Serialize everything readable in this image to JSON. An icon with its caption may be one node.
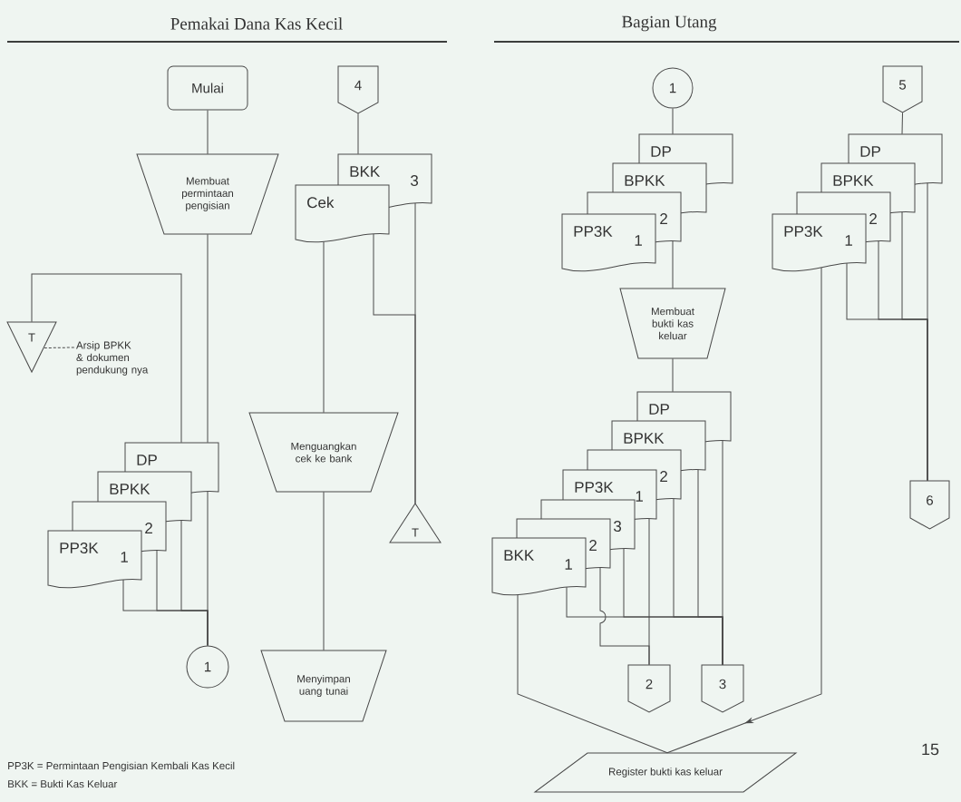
{
  "diagram": {
    "nodes": [
      {
        "text": [
          "Mulai"
        ]
      },
      {
        "text": [
          "Membuat permintaan pengisian"
        ]
      },
      {
        "text": [
          "4"
        ]
      },
      {
        "text": [
          "BKK",
          "3"
        ]
      },
      {
        "text": [
          "Cek"
        ]
      },
      {
        "text": [
          "T"
        ]
      },
      {
        "text": [
          "Arsip BPKK & dokumen pendukung nya"
        ]
      },
      {
        "text": [
          "DP"
        ]
      },
      {
        "text": [
          "BPKK"
        ]
      },
      {
        "text": [
          "2"
        ]
      },
      {
        "text": [
          "PP3K",
          "1"
        ]
      },
      {
        "text": [
          "1"
        ]
      },
      {
        "text": [
          "Menguangkan cek ke bank"
        ]
      },
      {
        "text": [
          "T"
        ]
      },
      {
        "text": [
          "Menyimpan uang tunai"
        ]
      },
      {
        "text": [
          "1"
        ]
      },
      {
        "text": [
          "DP"
        ]
      },
      {
        "text": [
          "BPKK"
        ]
      },
      {
        "text": [
          "2"
        ]
      },
      {
        "text": [
          "PP3K",
          "1"
        ]
      },
      {
        "text": [
          "Membuat bukti kas keluar"
        ]
      },
      {
        "text": [
          "DP"
        ]
      },
      {
        "text": [
          "BPKK"
        ]
      },
      {
        "text": [
          "2"
        ]
      },
      {
        "text": [
          "PP3K",
          "1"
        ]
      },
      {
        "text": [
          "3"
        ]
      },
      {
        "text": [
          "2"
        ]
      },
      {
        "text": [
          "BKK",
          "1"
        ]
      },
      {
        "text": [
          "2"
        ]
      },
      {
        "text": [
          "3"
        ]
      },
      {
        "text": [
          "Register bukti kas keluar"
        ]
      },
      {
        "text": [
          "5"
        ]
      },
      {
        "text": [
          "DP"
        ]
      },
      {
        "text": [
          "BPKK"
        ]
      },
      {
        "text": [
          "2"
        ]
      },
      {
        "text": [
          "PP3K",
          "1"
        ]
      },
      {
        "text": [
          "6"
        ]
      }
    ],
    "edges": [
      {
        "from": 0,
        "to": 1,
        "arrow": "none"
      },
      {
        "from": 1,
        "to": 7,
        "arrow": "none"
      },
      {
        "from": 7,
        "to": 5,
        "arrow": "none"
      },
      {
        "from": 6,
        "to": 5,
        "arrow": "none",
        "style": "dashed"
      },
      {
        "from": 7,
        "to": 11,
        "arrow": "none"
      },
      {
        "from": 8,
        "to": 11,
        "arrow": "none"
      },
      {
        "from": 9,
        "to": 11,
        "arrow": "none"
      },
      {
        "from": 10,
        "to": 11,
        "arrow": "none"
      },
      {
        "from": 2,
        "to": 3,
        "arrow": "none"
      },
      {
        "from": 3,
        "to": 13,
        "arrow": "none"
      },
      {
        "from": 4,
        "to": 13,
        "arrow": "none"
      },
      {
        "from": 4,
        "to": 12,
        "arrow": "none"
      },
      {
        "from": 12,
        "to": 14,
        "arrow": "none"
      },
      {
        "from": 15,
        "to": 16,
        "arrow": "none"
      },
      {
        "from": 18,
        "to": 20,
        "arrow": "none"
      },
      {
        "from": 20,
        "to": 21,
        "arrow": "none"
      },
      {
        "from": 21,
        "to": 29,
        "arrow": "none"
      },
      {
        "from": 22,
        "to": 29,
        "arrow": "none"
      },
      {
        "from": 23,
        "to": 29,
        "arrow": "none"
      },
      {
        "from": 25,
        "to": 29,
        "arrow": "none"
      },
      {
        "from": 27,
        "to": 29,
        "arrow": "none"
      },
      {
        "from": 24,
        "to": 28,
        "arrow": "none"
      },
      {
        "from": 26,
        "to": 28,
        "arrow": "none"
      },
      {
        "from": 27,
        "to": 30,
        "arrow": "none"
      },
      {
        "from": 35,
        "to": 30,
        "arrow": "to"
      },
      {
        "from": 31,
        "to": 32,
        "arrow": "none"
      },
      {
        "from": 32,
        "to": 36,
        "arrow": "none"
      },
      {
        "from": 33,
        "to": 36,
        "arrow": "none"
      },
      {
        "from": 34,
        "to": 36,
        "arrow": "none"
      },
      {
        "from": 35,
        "to": 36,
        "arrow": "none"
      }
    ],
    "labels": [
      "Pemakai Dana Kas Kecil",
      "Bagian Utang",
      "PP3K = Permintaan Pengisian Kembali Kas Kecil",
      "BKK = Bukti Kas Keluar",
      "15"
    ]
  }
}
